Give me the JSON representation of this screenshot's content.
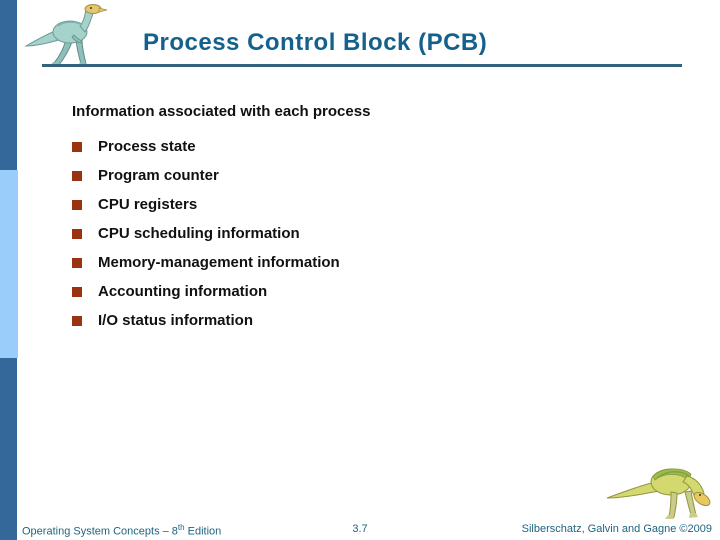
{
  "slide": {
    "title": "Process Control Block (PCB)",
    "body": {
      "intro": "Information associated with each process",
      "bullets": [
        "Process state",
        "Program counter",
        "CPU registers",
        "CPU scheduling information",
        "Memory-management information",
        "Accounting information",
        "I/O status information"
      ]
    },
    "footer": {
      "book_title_pre": "Operating System Concepts – 8",
      "book_title_sup": "th",
      "book_title_post": " Edition",
      "page_number": "3.7",
      "credits": "Silberschatz, Galvin and Gagne ©2009"
    },
    "icons": {
      "header_icon": "dinosaur-logo",
      "footer_icon": "dinosaur-logo-grazing"
    },
    "colors": {
      "title_text": "#15618D",
      "title_rule": "#33627F",
      "bullet_square": "#993312",
      "sidebar_dark": "#35689A",
      "sidebar_light": "#9BCDFA",
      "footer_text": "#1E6480",
      "body_text": "#111111"
    }
  }
}
